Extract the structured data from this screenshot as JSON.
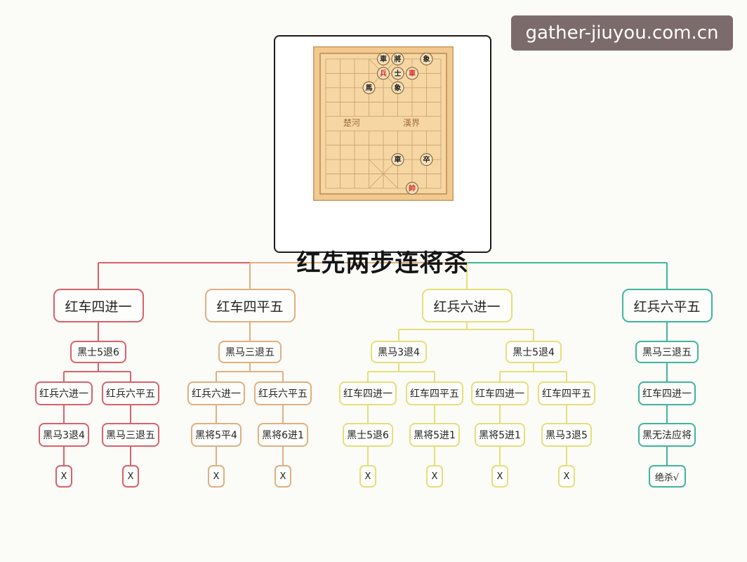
{
  "watermark": "gather-jiuyou.com.cn",
  "root": {
    "title": "红先两步连将杀",
    "board": {
      "river_left": "楚河",
      "river_right": "漢界",
      "pieces": [
        {
          "label": "車",
          "side": "black",
          "file": 4,
          "rank": 0
        },
        {
          "label": "將",
          "side": "black",
          "file": 5,
          "rank": 0
        },
        {
          "label": "象",
          "side": "black",
          "file": 7,
          "rank": 0
        },
        {
          "label": "兵",
          "side": "red",
          "file": 4,
          "rank": 1
        },
        {
          "label": "士",
          "side": "black",
          "file": 5,
          "rank": 1
        },
        {
          "label": "車",
          "side": "red",
          "file": 6,
          "rank": 1
        },
        {
          "label": "馬",
          "side": "black",
          "file": 3,
          "rank": 2
        },
        {
          "label": "象",
          "side": "black",
          "file": 5,
          "rank": 2
        },
        {
          "label": "車",
          "side": "black",
          "file": 5,
          "rank": 7
        },
        {
          "label": "卒",
          "side": "black",
          "file": 7,
          "rank": 7
        },
        {
          "label": "帥",
          "side": "red",
          "file": 6,
          "rank": 9
        }
      ]
    }
  },
  "branches": [
    {
      "label": "红车四进一",
      "color": "#d9616a",
      "children": [
        {
          "label": "黑士5退6",
          "children": [
            {
              "label": "红兵六进一",
              "children": [
                {
                  "label": "黑马3退4",
                  "children": [
                    {
                      "label": "X"
                    }
                  ]
                }
              ]
            },
            {
              "label": "红兵六平五",
              "children": [
                {
                  "label": "黑马三退五",
                  "children": [
                    {
                      "label": "X"
                    }
                  ]
                }
              ]
            }
          ]
        }
      ]
    },
    {
      "label": "红车四平五",
      "color": "#dfb07f",
      "children": [
        {
          "label": "黑马三退五",
          "children": [
            {
              "label": "红兵六进一",
              "children": [
                {
                  "label": "黑将5平4",
                  "children": [
                    {
                      "label": "X"
                    }
                  ]
                }
              ]
            },
            {
              "label": "红兵六平五",
              "children": [
                {
                  "label": "黑将6进1",
                  "children": [
                    {
                      "label": "X"
                    }
                  ]
                }
              ]
            }
          ]
        }
      ]
    },
    {
      "label": "红兵六进一",
      "color": "#e3e07a",
      "children": [
        {
          "label": "黑马3退4",
          "children": [
            {
              "label": "红车四进一",
              "children": [
                {
                  "label": "黑士5退6",
                  "children": [
                    {
                      "label": "X"
                    }
                  ]
                }
              ]
            },
            {
              "label": "红车四平五",
              "children": [
                {
                  "label": "黑将5进1",
                  "children": [
                    {
                      "label": "X"
                    }
                  ]
                }
              ]
            }
          ]
        },
        {
          "label": "黑士5退4",
          "children": [
            {
              "label": "红车四进一",
              "children": [
                {
                  "label": "黑将5进1",
                  "children": [
                    {
                      "label": "X"
                    }
                  ]
                }
              ]
            },
            {
              "label": "红车四平五",
              "children": [
                {
                  "label": "黑马3退5",
                  "children": [
                    {
                      "label": "X"
                    }
                  ]
                }
              ]
            }
          ]
        }
      ]
    },
    {
      "label": "红兵六平五",
      "color": "#3fb59a",
      "children": [
        {
          "label": "黑马三退五",
          "children": [
            {
              "label": "红车四进一",
              "children": [
                {
                  "label": "黑无法应将",
                  "children": [
                    {
                      "label": "绝杀√"
                    }
                  ]
                }
              ]
            }
          ]
        }
      ]
    }
  ]
}
